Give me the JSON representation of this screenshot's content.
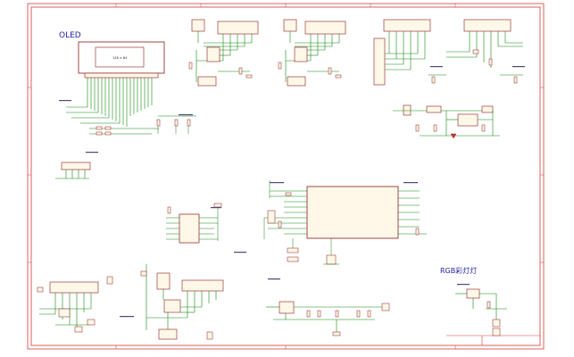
{
  "labels": {
    "oled_title": "OLED",
    "rgb_title": "RGB彩灯灯",
    "lcd_text": "128 × 64"
  },
  "colors": {
    "frame": "#d23a3a",
    "component": "#8b1a1a",
    "wire": "#118811",
    "text": "#2323a0",
    "body_fill": "#fff8e8"
  }
}
